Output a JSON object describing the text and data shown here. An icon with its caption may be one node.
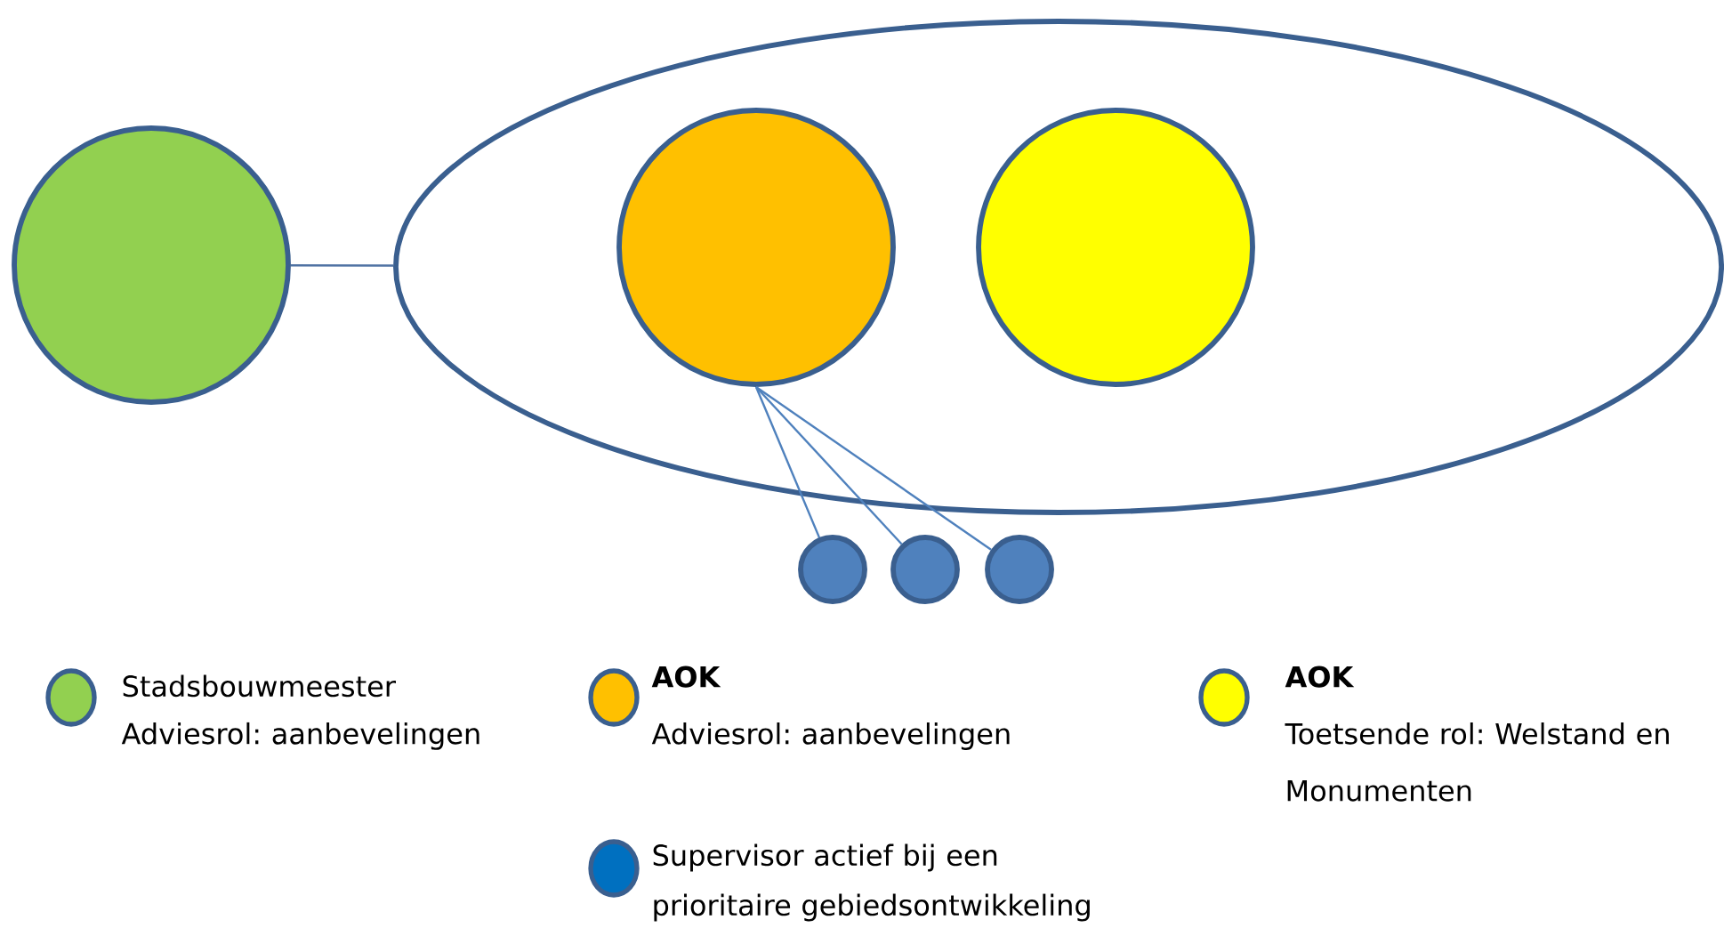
{
  "diagram": {
    "nodes": [
      {
        "text": [],
        "shape": "ellipse"
      },
      {
        "text": [],
        "shape": "circle"
      },
      {
        "text": [],
        "shape": "circle",
        "in": 0
      },
      {
        "text": [],
        "shape": "circle",
        "in": 0
      },
      {
        "text": [],
        "shape": "circle"
      },
      {
        "text": [],
        "shape": "circle"
      },
      {
        "text": [],
        "shape": "circle"
      }
    ],
    "edges": [
      {
        "from": 1,
        "to": 0,
        "arrow": "none"
      },
      {
        "from": 2,
        "to": 4,
        "arrow": "none",
        "color": "#4f81bd"
      },
      {
        "from": 2,
        "to": 5,
        "arrow": "none",
        "color": "#4f81bd"
      },
      {
        "from": 2,
        "to": 6,
        "arrow": "none",
        "color": "#4f81bd"
      }
    ],
    "legend": [
      {
        "text": "Stadsbouwmeester Adviesrol: aanbevelingen",
        "color": "#92d050"
      },
      {
        "text": "**AOK** Adviesrol: aanbevelingen",
        "color": "#ffc000"
      },
      {
        "text": "**AOK** Toetsende rol: Welstand en Monumenten",
        "color": "#ffff00"
      },
      {
        "text": "Supervisor actief bij een prioritaire gebiedsontwikkeling",
        "color": "#0070c0"
      }
    ]
  }
}
